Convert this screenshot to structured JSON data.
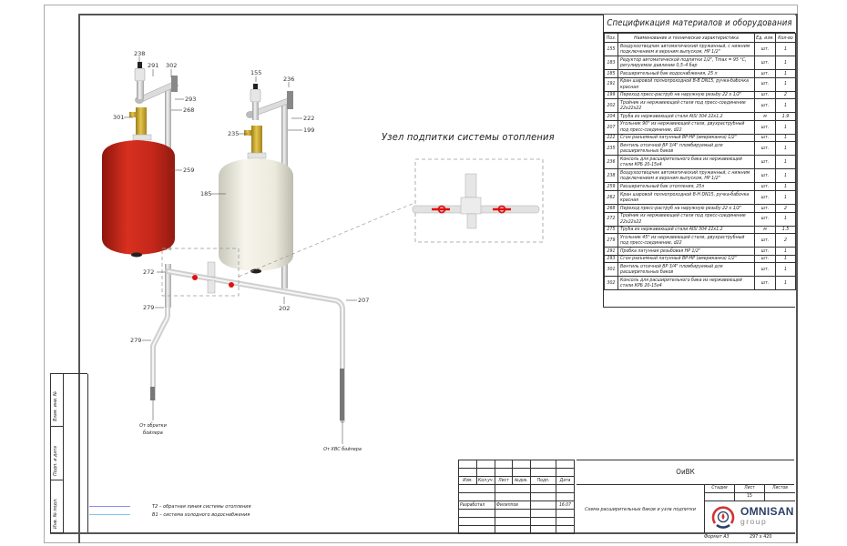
{
  "drawing": {
    "detail_title": "Узел подпитки системы отопления",
    "callouts": {
      "from_boiler_return": [
        "От обратки",
        "бойлера"
      ],
      "from_dhw_boiler": "От ХВС бойлера"
    },
    "position_labels": [
      "238",
      "291",
      "302",
      "293",
      "268",
      "301",
      "259",
      "155",
      "236",
      "222",
      "199",
      "235",
      "185",
      "272",
      "279",
      "279",
      "202",
      "207"
    ],
    "colors": {
      "heating_tank": "#c8281c",
      "water_tank": "#efeee3",
      "valve_brass": "#d8b43a",
      "ball_valve_handle": "#e01010",
      "pipe": "#e3e3e3"
    }
  },
  "spec": {
    "title": "Спецификация материалов и оборудования",
    "headers": [
      "Поз.",
      "Наименование и техническая характеристика",
      "Ед. изм.",
      "Кол-во"
    ],
    "rows": [
      [
        "155",
        "Воздухоотводчик автоматический пружинный, с нижним подключением и верхним выпуском, НР 1/2\"",
        "шт.",
        "1"
      ],
      [
        "183",
        "Редуктор автоматической подпитки 1/2\", Tmax = 95 °С, регулируемое давление 0,5–4 бар",
        "шт.",
        "1"
      ],
      [
        "185",
        "Расширительный бак водоснабжения, 25 л",
        "шт.",
        "1"
      ],
      [
        "191",
        "Кран шаровой полнопроходной В-В DN15, ручка-бабочка красная",
        "шт.",
        "1"
      ],
      [
        "199",
        "Переход пресс-раструб на наружную резьбу 22 х 1/2\"",
        "шт.",
        "2"
      ],
      [
        "202",
        "Тройник из нержавеющей стали под пресс-соединение 22х22х22",
        "шт.",
        "1"
      ],
      [
        "204",
        "Труба из нержавеющей стали AISI 304 22х1.2",
        "м",
        "1.9"
      ],
      [
        "207",
        "Угольник 90° из нержавеющей стали, двухраструбный под пресс-соединение, d22",
        "шт.",
        "1"
      ],
      [
        "222",
        "Сгон разъемный латунный ВР-НР (американка) 1/2\"",
        "шт.",
        "1"
      ],
      [
        "235",
        "Вентиль отсечной ВР 3/4\" пломбируемый для расширительных баков",
        "шт.",
        "1"
      ],
      [
        "236",
        "Консоль для расширительного бака из нержавеющей стали КРБ 20-15х4",
        "шт.",
        "1"
      ],
      [
        "238",
        "Воздухоотводчик автоматический пружинный, с нижним подключением и верхним выпуском, НР 1/2\"",
        "шт.",
        "1"
      ],
      [
        "259",
        "Расширительный бак отопления, 25л",
        "шт.",
        "1"
      ],
      [
        "262",
        "Кран шаровой полнопроходной В-Н DN15, ручка-бабочка красная",
        "шт.",
        "1"
      ],
      [
        "268",
        "Переход пресс-раструб на наружную резьбу 22 х 1/2\"",
        "шт.",
        "2"
      ],
      [
        "272",
        "Тройник из нержавеющей стали под пресс-соединение 22х22х22",
        "шт.",
        "1"
      ],
      [
        "275",
        "Труба из нержавеющей стали AISI 304 22х1.2",
        "м",
        "1.5"
      ],
      [
        "279",
        "Угольник 45° из нержавеющей стали, двухраструбный под пресс-соединение, d22",
        "шт.",
        "2"
      ],
      [
        "291",
        "Пробка латунная резьбовая НР 1/2\"",
        "шт.",
        "1"
      ],
      [
        "293",
        "Сгон разъемный латунный ВР-НР (американка) 1/2\"",
        "шт.",
        "1"
      ],
      [
        "301",
        "Вентиль отсечной ВР 3/4\" пломбируемый для расширительных баков",
        "шт.",
        "1"
      ],
      [
        "302",
        "Консоль для расширительного бака из нержавеющей стали КРБ 20-15х4",
        "шт.",
        "1"
      ]
    ]
  },
  "legend": [
    {
      "label": "Т2 – обратная линия системы отопления",
      "color": "#8a8ee6"
    },
    {
      "label": "В1 – система холодного водоснабжения",
      "color": "#7ec3ea"
    }
  ],
  "side_stamp": [
    "Взам. инв. №",
    "Подп. и дата",
    "Инв. № подл."
  ],
  "title_block": {
    "headers": [
      "Изм.",
      "Кол.уч.",
      "Лист",
      "№док.",
      "Подп.",
      "Дата"
    ],
    "developed_label": "Разработал",
    "developer": "Филиппов",
    "date": "16.07",
    "project_code": "ОиВК",
    "sheet_title": "Схема расширительных баков и узла подпитки",
    "stage_label": "Стадия",
    "sheet_label": "Лист",
    "sheets_label": "Листов",
    "sheet_number": "15",
    "company_name": "OMNISAN",
    "company_sub": "group",
    "format_label": "Формат А3",
    "format_size": "297 х 420"
  }
}
